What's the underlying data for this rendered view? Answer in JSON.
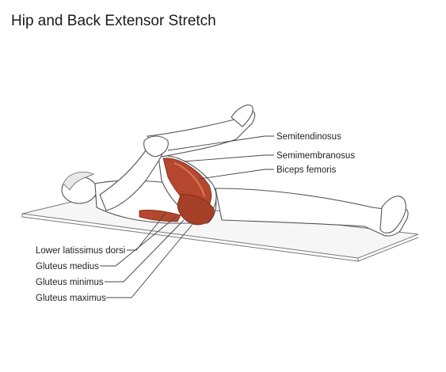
{
  "title": "Hip and Back Extensor Stretch",
  "labels": {
    "right": [
      "Semitendinosus",
      "Semimembranosus",
      "Biceps femoris"
    ],
    "left": [
      "Lower latissimus dorsi",
      "Gluteus medius",
      "Gluteus minimus",
      "Gluteus maximus"
    ]
  },
  "colors": {
    "muscle": "#b5472e",
    "muscle_light": "#d97a5d",
    "outline": "#555555",
    "mat": "#f7f7f7"
  }
}
